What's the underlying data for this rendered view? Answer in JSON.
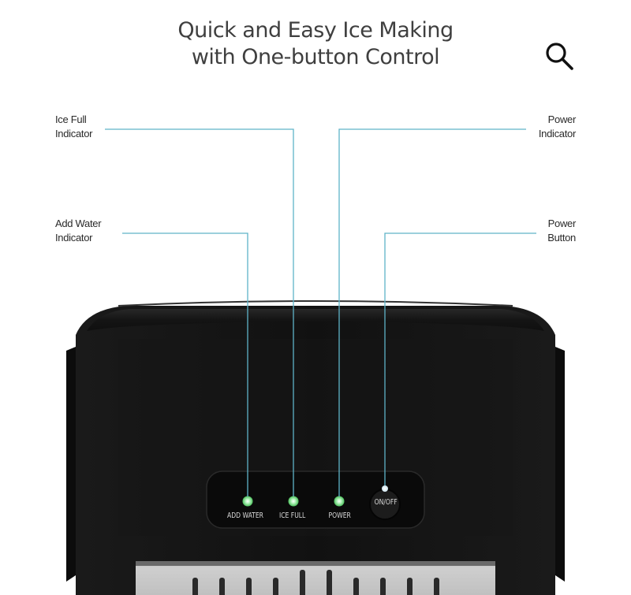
{
  "title": {
    "line1": "Quick and Easy Ice Making",
    "line2": "with One-button Control"
  },
  "callouts": {
    "ice_full": {
      "line1": "Ice Full",
      "line2": "Indicator"
    },
    "add_water": {
      "line1": "Add Water",
      "line2": "Indicator"
    },
    "power_indicator": {
      "line1": "Power",
      "line2": "Indicator"
    },
    "power_button": {
      "line1": "Power",
      "line2": "Button"
    }
  },
  "panel": {
    "add_water_label": "ADD WATER",
    "ice_full_label": "ICE FULL",
    "power_label": "POWER",
    "on_off_label": "ON/OFF"
  },
  "icons": {
    "zoom": "magnifier-icon"
  },
  "colors": {
    "leader_line": "#5fb3c8",
    "indicator_led": "#7be08a",
    "body": "#121212"
  }
}
